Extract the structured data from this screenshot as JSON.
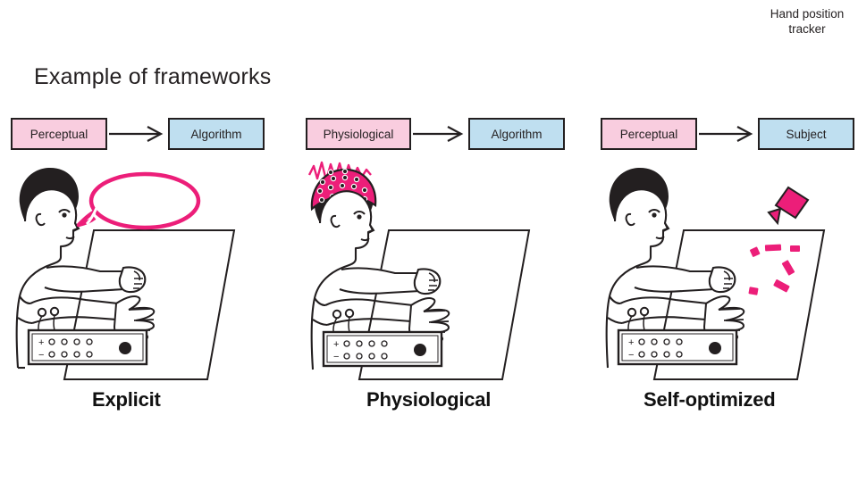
{
  "title": "Example of frameworks",
  "colors": {
    "pink_box": "#f9cddf",
    "blue_box": "#bfdff0",
    "accent_magenta": "#ec1e79",
    "hot_pink": "#ee3a8c",
    "outline": "#231f20",
    "background": "#ffffff"
  },
  "panels": [
    {
      "id": "explicit",
      "caption": "Explicit",
      "flow": {
        "source_label": "Perceptual",
        "target_label": "Algorithm",
        "arrow": "arrow-right-icon"
      },
      "scene": {
        "figure": "seated-person",
        "annotation": "speech-bubble",
        "annotation_text": "",
        "device": {
          "name": "electrical-stimulator",
          "plus_label": "+",
          "minus_label": "−",
          "port_count_per_row": 4,
          "knob": "rotary-knob"
        }
      }
    },
    {
      "id": "physiological",
      "caption": "Physiological",
      "flow": {
        "source_label": "Physiological",
        "target_label": "Algorithm",
        "arrow": "arrow-right-icon"
      },
      "scene": {
        "figure": "seated-person",
        "annotation": "eeg-cap-with-waveform",
        "device": {
          "name": "electrical-stimulator",
          "plus_label": "+",
          "minus_label": "−",
          "port_count_per_row": 4,
          "knob": "rotary-knob"
        }
      }
    },
    {
      "id": "self-optimized",
      "caption": "Self-optimized",
      "flow": {
        "source_label": "Perceptual",
        "target_label": "Subject",
        "arrow": "arrow-right-icon"
      },
      "scene": {
        "figure": "seated-person",
        "annotation": "hand-position-tracker",
        "tracker_label_line1": "Hand position",
        "tracker_label_line2": "tracker",
        "device": {
          "name": "electrical-stimulator",
          "plus_label": "+",
          "minus_label": "−",
          "port_count_per_row": 4,
          "knob": "rotary-knob"
        }
      }
    }
  ]
}
